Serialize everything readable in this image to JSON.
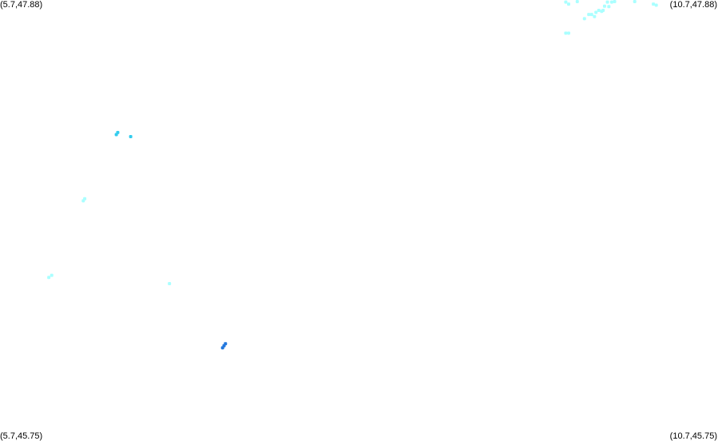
{
  "map": {
    "corners": {
      "top_left": "(5.7,47.88)",
      "top_right": "(10.7,47.88)",
      "bottom_left": "(5.7,45.75)",
      "bottom_right": "(10.7,45.75)"
    },
    "extent": {
      "lon_min": 5.7,
      "lon_max": 10.7,
      "lat_min": 45.75,
      "lat_max": 47.88
    },
    "colors": {
      "light_cyan": "#aaffff",
      "medium_cyan": "#33ccee",
      "blue": "#2277dd"
    },
    "points": [
      {
        "lon": 9.64,
        "lat": 47.87,
        "color": "light_cyan"
      },
      {
        "lon": 9.66,
        "lat": 47.86,
        "color": "light_cyan"
      },
      {
        "lon": 9.72,
        "lat": 47.88,
        "color": "light_cyan"
      },
      {
        "lon": 9.93,
        "lat": 47.87,
        "color": "light_cyan"
      },
      {
        "lon": 9.96,
        "lat": 47.87,
        "color": "light_cyan"
      },
      {
        "lon": 9.98,
        "lat": 47.875,
        "color": "light_cyan"
      },
      {
        "lon": 9.91,
        "lat": 47.85,
        "color": "light_cyan"
      },
      {
        "lon": 9.94,
        "lat": 47.848,
        "color": "light_cyan"
      },
      {
        "lon": 9.89,
        "lat": 47.825,
        "color": "light_cyan"
      },
      {
        "lon": 9.9,
        "lat": 47.83,
        "color": "light_cyan"
      },
      {
        "lon": 9.87,
        "lat": 47.83,
        "color": "light_cyan"
      },
      {
        "lon": 9.85,
        "lat": 47.82,
        "color": "light_cyan"
      },
      {
        "lon": 9.82,
        "lat": 47.81,
        "color": "light_cyan"
      },
      {
        "lon": 9.8,
        "lat": 47.81,
        "color": "light_cyan"
      },
      {
        "lon": 9.84,
        "lat": 47.8,
        "color": "light_cyan"
      },
      {
        "lon": 9.77,
        "lat": 47.79,
        "color": "light_cyan"
      },
      {
        "lon": 10.12,
        "lat": 47.88,
        "color": "light_cyan"
      },
      {
        "lon": 10.25,
        "lat": 47.86,
        "color": "light_cyan"
      },
      {
        "lon": 10.27,
        "lat": 47.855,
        "color": "light_cyan"
      },
      {
        "lon": 9.66,
        "lat": 47.72,
        "color": "light_cyan"
      },
      {
        "lon": 9.64,
        "lat": 47.72,
        "color": "light_cyan"
      },
      {
        "lon": 6.51,
        "lat": 47.23,
        "color": "medium_cyan"
      },
      {
        "lon": 6.52,
        "lat": 47.24,
        "color": "medium_cyan"
      },
      {
        "lon": 6.61,
        "lat": 47.22,
        "color": "medium_cyan"
      },
      {
        "lon": 6.28,
        "lat": 46.91,
        "color": "light_cyan"
      },
      {
        "lon": 6.29,
        "lat": 46.92,
        "color": "light_cyan"
      },
      {
        "lon": 6.04,
        "lat": 46.54,
        "color": "light_cyan"
      },
      {
        "lon": 6.06,
        "lat": 46.55,
        "color": "light_cyan"
      },
      {
        "lon": 6.88,
        "lat": 46.51,
        "color": "light_cyan"
      },
      {
        "lon": 7.25,
        "lat": 46.2,
        "color": "blue"
      },
      {
        "lon": 7.26,
        "lat": 46.21,
        "color": "blue"
      },
      {
        "lon": 7.27,
        "lat": 46.22,
        "color": "blue"
      }
    ]
  }
}
